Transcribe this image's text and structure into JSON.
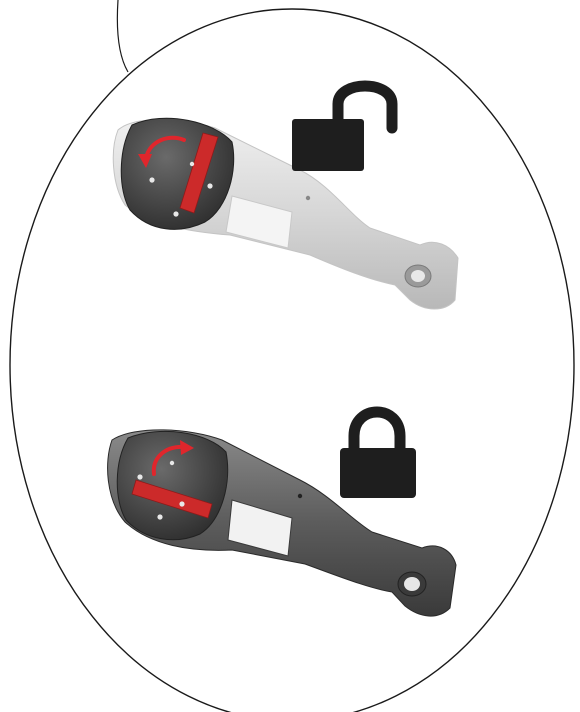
{
  "diagram": {
    "states": [
      {
        "state": "unlocked",
        "icon": "padlock-open-icon",
        "rotation_arrow": "counter-clockwise"
      },
      {
        "state": "locked",
        "icon": "padlock-closed-icon",
        "rotation_arrow": "clockwise"
      }
    ],
    "colors": {
      "background": "#ffffff",
      "outline": "#1a1a1a",
      "icon": "#1e1e1e",
      "accent_red": "#cc2a2a",
      "arrow_red": "#e0262c",
      "arm_light": "#d9d9d9",
      "arm_dark": "#5a5a5a",
      "disc_dark": "#3e3e3e"
    }
  }
}
